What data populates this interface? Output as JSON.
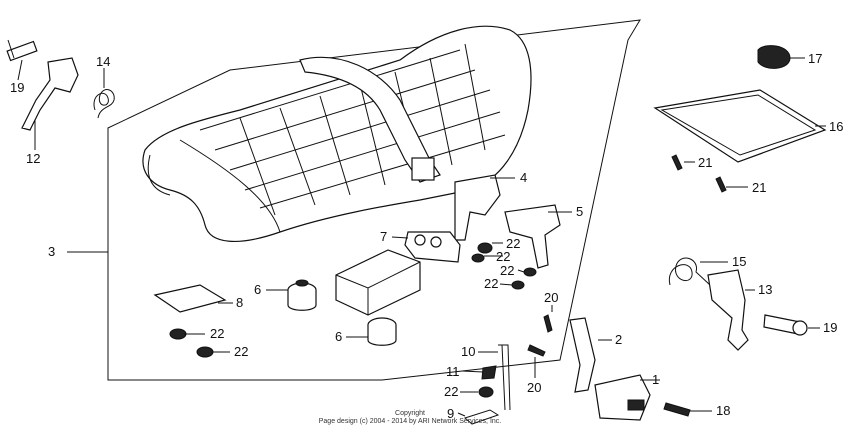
{
  "callouts": [
    {
      "id": "1",
      "label": "1"
    },
    {
      "id": "2",
      "label": "2"
    },
    {
      "id": "3",
      "label": "3"
    },
    {
      "id": "4",
      "label": "4"
    },
    {
      "id": "5",
      "label": "5"
    },
    {
      "id": "6a",
      "label": "6"
    },
    {
      "id": "6b",
      "label": "6"
    },
    {
      "id": "7",
      "label": "7"
    },
    {
      "id": "8",
      "label": "8"
    },
    {
      "id": "9",
      "label": "9"
    },
    {
      "id": "10",
      "label": "10"
    },
    {
      "id": "11",
      "label": "11"
    },
    {
      "id": "12",
      "label": "12"
    },
    {
      "id": "13",
      "label": "13"
    },
    {
      "id": "14",
      "label": "14"
    },
    {
      "id": "15",
      "label": "15"
    },
    {
      "id": "16",
      "label": "16"
    },
    {
      "id": "17",
      "label": "17"
    },
    {
      "id": "18",
      "label": "18"
    },
    {
      "id": "19a",
      "label": "19"
    },
    {
      "id": "19b",
      "label": "19"
    },
    {
      "id": "20a",
      "label": "20"
    },
    {
      "id": "20b",
      "label": "20"
    },
    {
      "id": "21a",
      "label": "21"
    },
    {
      "id": "21b",
      "label": "21"
    },
    {
      "id": "22a",
      "label": "22"
    },
    {
      "id": "22b",
      "label": "22"
    },
    {
      "id": "22c",
      "label": "22"
    },
    {
      "id": "22d",
      "label": "22"
    },
    {
      "id": "22e",
      "label": "22"
    },
    {
      "id": "22f",
      "label": "22"
    },
    {
      "id": "22g",
      "label": "22"
    }
  ],
  "copyright": {
    "line1": "Copyright",
    "line2": "Page design (c) 2004 - 2014 by ARI Network Services, Inc."
  }
}
